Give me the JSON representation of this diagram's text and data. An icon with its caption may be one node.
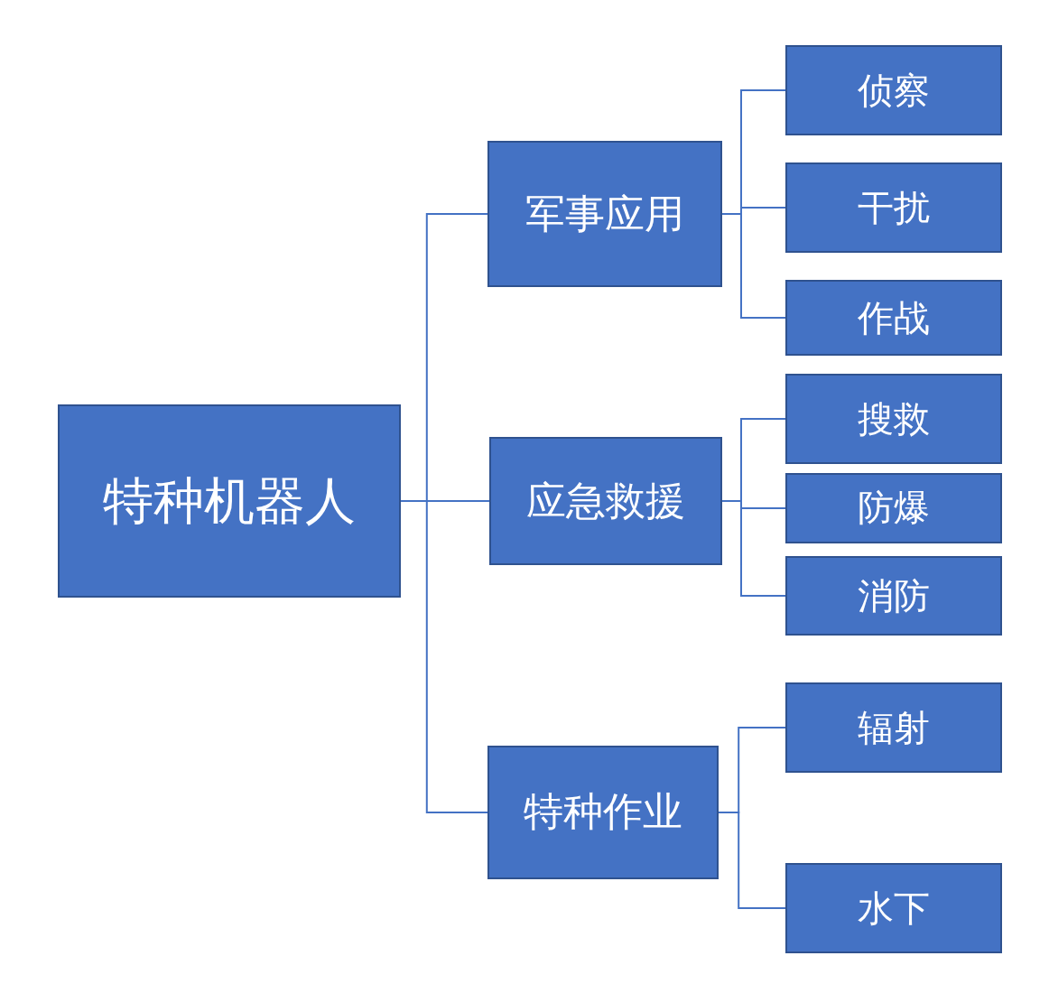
{
  "diagram": {
    "nodes": [
      {
        "text": [
          "特种机器人"
        ]
      },
      {
        "text": [
          "军事应用"
        ]
      },
      {
        "text": [
          "侦察"
        ]
      },
      {
        "text": [
          "干扰"
        ]
      },
      {
        "text": [
          "作战"
        ]
      },
      {
        "text": [
          "应急救援"
        ]
      },
      {
        "text": [
          "搜救"
        ]
      },
      {
        "text": [
          "防爆"
        ]
      },
      {
        "text": [
          "消防"
        ]
      },
      {
        "text": [
          "特种作业"
        ]
      },
      {
        "text": [
          "辐射"
        ]
      },
      {
        "text": [
          "水下"
        ]
      }
    ],
    "edges": [
      {
        "from": 0,
        "to": 1,
        "arrow": "none"
      },
      {
        "from": 0,
        "to": 5,
        "arrow": "none"
      },
      {
        "from": 0,
        "to": 9,
        "arrow": "none"
      },
      {
        "from": 1,
        "to": 2,
        "arrow": "none"
      },
      {
        "from": 1,
        "to": 3,
        "arrow": "none"
      },
      {
        "from": 1,
        "to": 4,
        "arrow": "none"
      },
      {
        "from": 5,
        "to": 6,
        "arrow": "none"
      },
      {
        "from": 5,
        "to": 7,
        "arrow": "none"
      },
      {
        "from": 5,
        "to": 8,
        "arrow": "none"
      },
      {
        "from": 9,
        "to": 10,
        "arrow": "none"
      },
      {
        "from": 9,
        "to": 11,
        "arrow": "none"
      }
    ]
  }
}
